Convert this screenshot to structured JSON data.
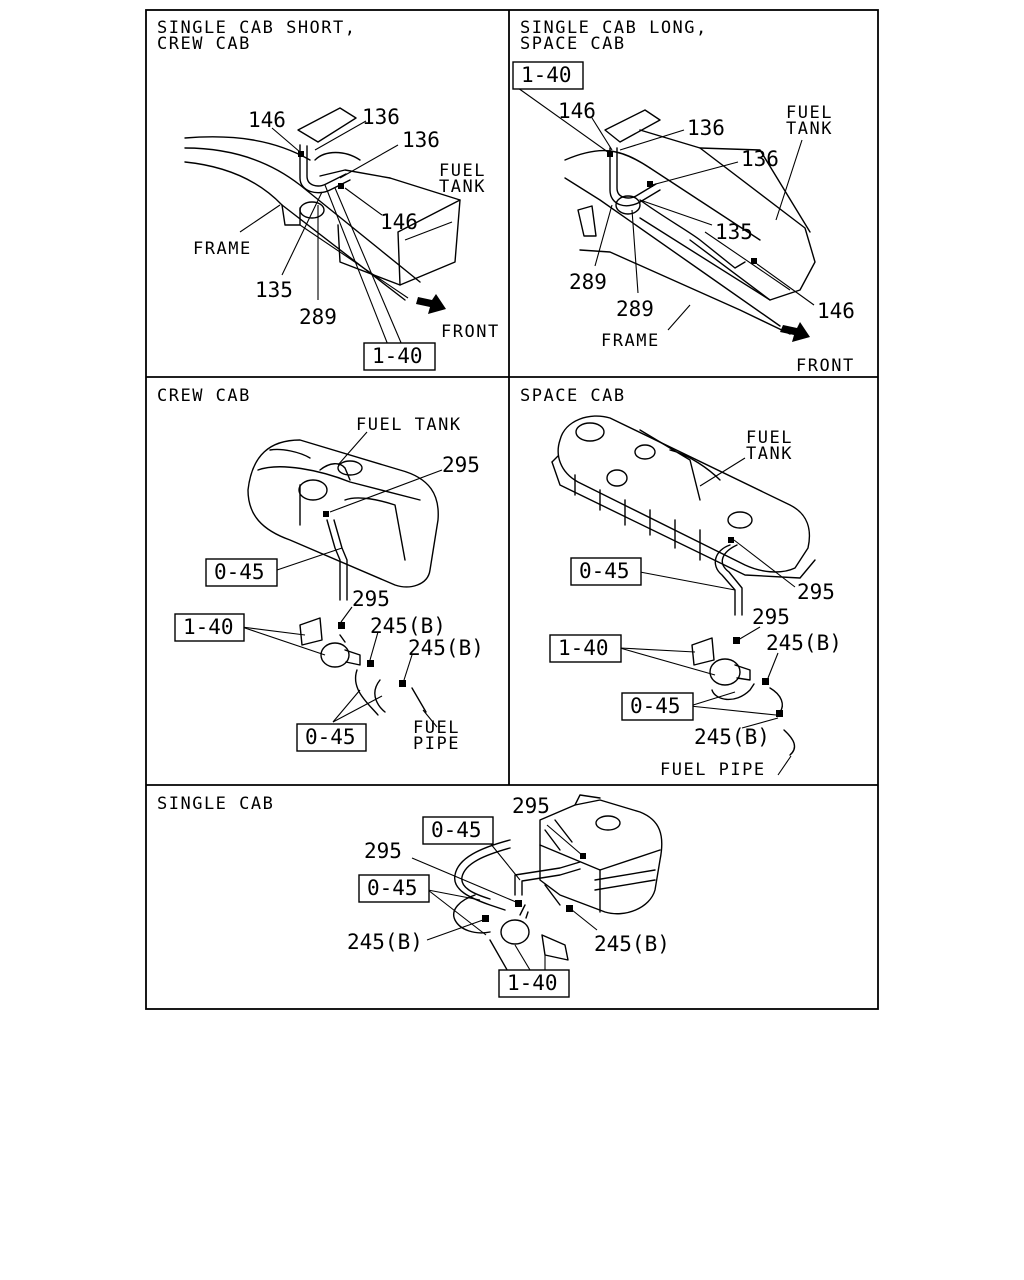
{
  "panels": {
    "p1": {
      "title_line1": "SINGLE CAB SHORT,",
      "title_line2": "CREW CAB",
      "fuel": "FUEL",
      "tank": "TANK",
      "frame": "FRAME",
      "front": "FRONT",
      "ref_a": "146",
      "ref_b": "136",
      "ref_c": "136",
      "ref_d": "146",
      "ref_e": "135",
      "ref_f": "289",
      "box": "1-40"
    },
    "p2": {
      "title_line1": "SINGLE CAB LONG,",
      "title_line2": "SPACE CAB",
      "box": "1-40",
      "fuel": "FUEL",
      "tank": "TANK",
      "frame": "FRAME",
      "front": "FRONT",
      "ref_a": "146",
      "ref_b": "136",
      "ref_c": "136",
      "ref_d": "135",
      "ref_e": "289",
      "ref_f": "289",
      "ref_g": "146"
    },
    "p3": {
      "title": "CREW CAB",
      "fuel_tank": "FUEL TANK",
      "ref_a": "295",
      "box_a": "0-45",
      "ref_b": "295",
      "box_b": "1-40",
      "ref_c": "245(B)",
      "ref_d": "245(B)",
      "box_c": "0-45",
      "fuel": "FUEL",
      "pipe": "PIPE"
    },
    "p4": {
      "title": "SPACE CAB",
      "fuel": "FUEL",
      "tank": "TANK",
      "box_a": "0-45",
      "ref_a": "295",
      "ref_b": "295",
      "box_b": "1-40",
      "ref_c": "245(B)",
      "box_c": "0-45",
      "ref_d": "245(B)",
      "fuel_pipe": "FUEL PIPE"
    },
    "p5": {
      "title": "SINGLE CAB",
      "ref_a": "295",
      "box_a": "0-45",
      "ref_b": "295",
      "box_b": "0-45",
      "ref_c": "245(B)",
      "ref_d": "245(B)",
      "box_c": "1-40"
    }
  }
}
